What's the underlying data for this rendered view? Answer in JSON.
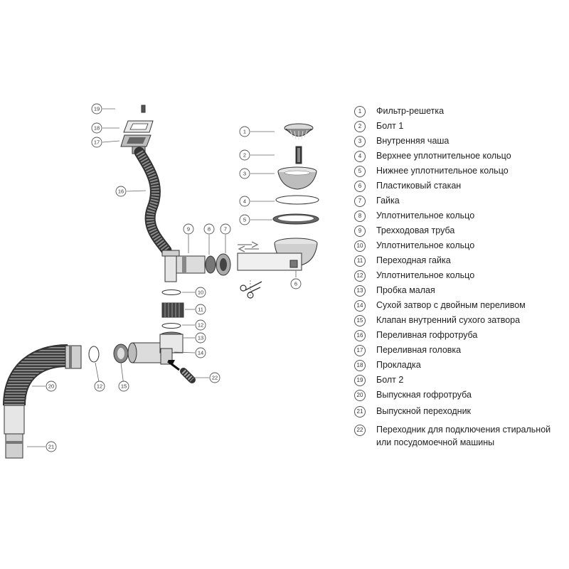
{
  "parts": [
    {
      "num": "1",
      "label": "Фильтр-решетка"
    },
    {
      "num": "2",
      "label": "Болт 1"
    },
    {
      "num": "3",
      "label": "Внутренняя чаша"
    },
    {
      "num": "4",
      "label": "Верхнее уплотнительное кольцо"
    },
    {
      "num": "5",
      "label": "Нижнее уплотнительное кольцо"
    },
    {
      "num": "6",
      "label": "Пластиковый стакан"
    },
    {
      "num": "7",
      "label": "Гайка"
    },
    {
      "num": "8",
      "label": "Уплотнительное кольцо"
    },
    {
      "num": "9",
      "label": "Трехходовая труба"
    },
    {
      "num": "10",
      "label": "Уплотнительное кольцо"
    },
    {
      "num": "11",
      "label": "Переходная гайка"
    },
    {
      "num": "12",
      "label": "Уплотнительное кольцо"
    },
    {
      "num": "13",
      "label": "Пробка малая"
    },
    {
      "num": "14",
      "label": "Сухой затвор с двойным переливом"
    },
    {
      "num": "15",
      "label": "Клапан внутренний сухого затвора"
    },
    {
      "num": "16",
      "label": "Переливная гофротруба"
    },
    {
      "num": "17",
      "label": "Переливная головка"
    },
    {
      "num": "18",
      "label": "Прокладка"
    },
    {
      "num": "19",
      "label": "Болт 2"
    },
    {
      "num": "20",
      "label": "Выпускная гофротруба"
    },
    {
      "num": "21",
      "label": "Выпускной переходник"
    },
    {
      "num": "22",
      "label": "Переходник для подключения стиральной или посудомоечной машины"
    }
  ],
  "callouts": {
    "c1": "1",
    "c2": "2",
    "c3": "3",
    "c4": "4",
    "c5": "5",
    "c6": "6",
    "c7": "7",
    "c8": "8",
    "c9": "9",
    "c10": "10",
    "c11": "11",
    "c12a": "12",
    "c12b": "12",
    "c13": "13",
    "c14": "14",
    "c15": "15",
    "c16": "16",
    "c17": "17",
    "c18": "18",
    "c19": "19",
    "c20": "20",
    "c21": "21",
    "c22": "22"
  }
}
